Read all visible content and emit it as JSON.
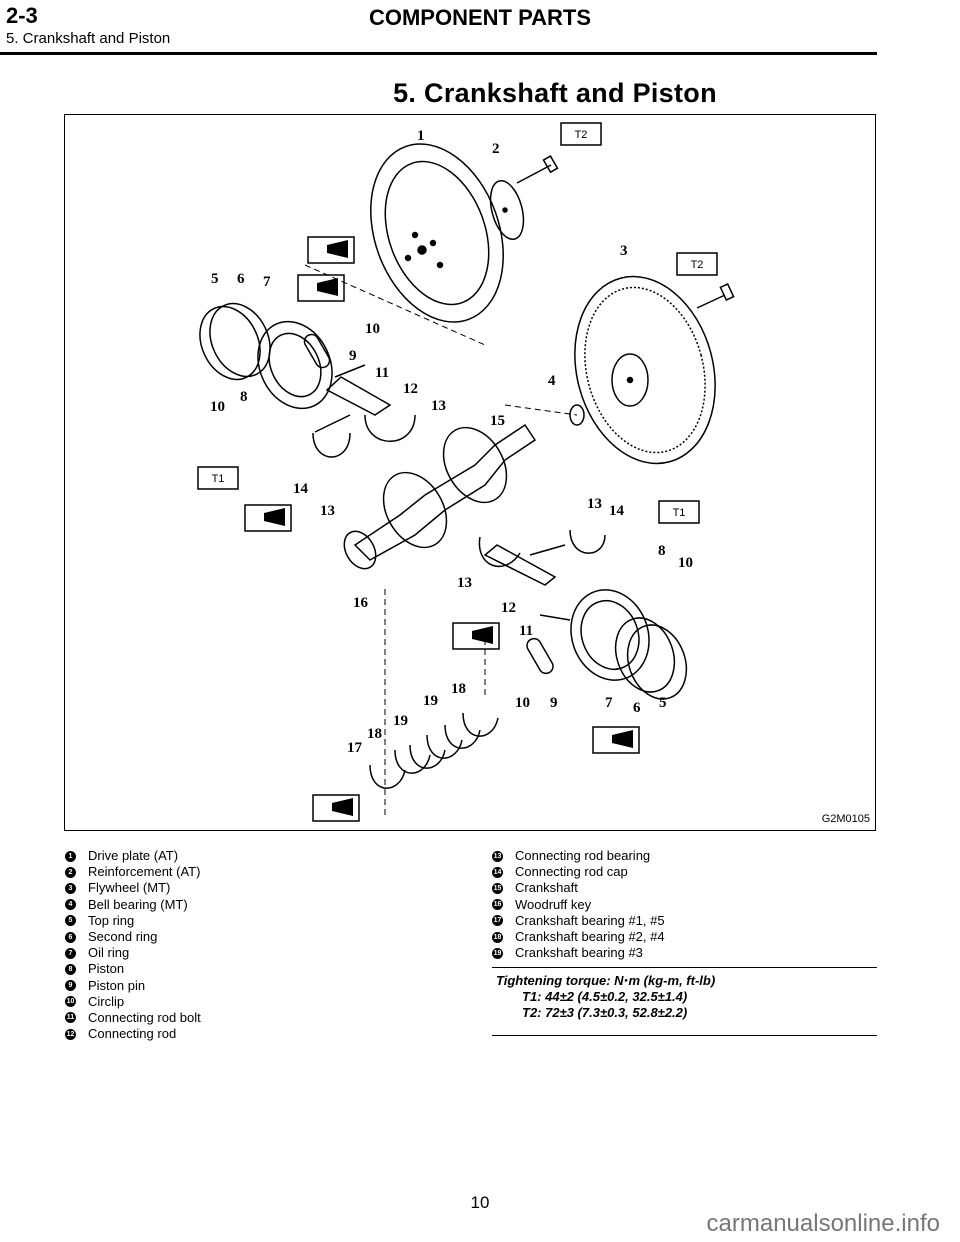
{
  "header": {
    "section": "2-3",
    "subsection": "5. Crankshaft and Piston",
    "title": "COMPONENT PARTS"
  },
  "page_title": "5. Crankshaft and Piston",
  "figure": {
    "id": "G2M0105",
    "torque_tags": [
      "T1",
      "T2"
    ]
  },
  "legend_left": [
    {
      "num": "1",
      "label": "Drive plate (AT)"
    },
    {
      "num": "2",
      "label": "Reinforcement (AT)"
    },
    {
      "num": "3",
      "label": "Flywheel (MT)"
    },
    {
      "num": "4",
      "label": "Bell bearing (MT)"
    },
    {
      "num": "5",
      "label": "Top ring"
    },
    {
      "num": "6",
      "label": "Second ring"
    },
    {
      "num": "7",
      "label": "Oil ring"
    },
    {
      "num": "8",
      "label": "Piston"
    },
    {
      "num": "9",
      "label": "Piston pin"
    },
    {
      "num": "10",
      "label": "Circlip"
    },
    {
      "num": "11",
      "label": "Connecting rod bolt"
    },
    {
      "num": "12",
      "label": "Connecting rod"
    }
  ],
  "legend_right": [
    {
      "num": "13",
      "label": "Connecting rod bearing"
    },
    {
      "num": "14",
      "label": "Connecting rod cap"
    },
    {
      "num": "15",
      "label": "Crankshaft"
    },
    {
      "num": "16",
      "label": "Woodruff key"
    },
    {
      "num": "17",
      "label": "Crankshaft bearing #1, #5"
    },
    {
      "num": "18",
      "label": "Crankshaft bearing #2, #4"
    },
    {
      "num": "19",
      "label": "Crankshaft bearing #3"
    }
  ],
  "torque": {
    "heading": "Tightening torque: N⋅m (kg-m, ft-lb)",
    "t1": "T1: 44±2 (4.5±0.2, 32.5±1.4)",
    "t2": "T2: 72±3 (7.3±0.3, 52.8±2.2)"
  },
  "page_number": "10",
  "watermark": "carmanualsonline.info"
}
